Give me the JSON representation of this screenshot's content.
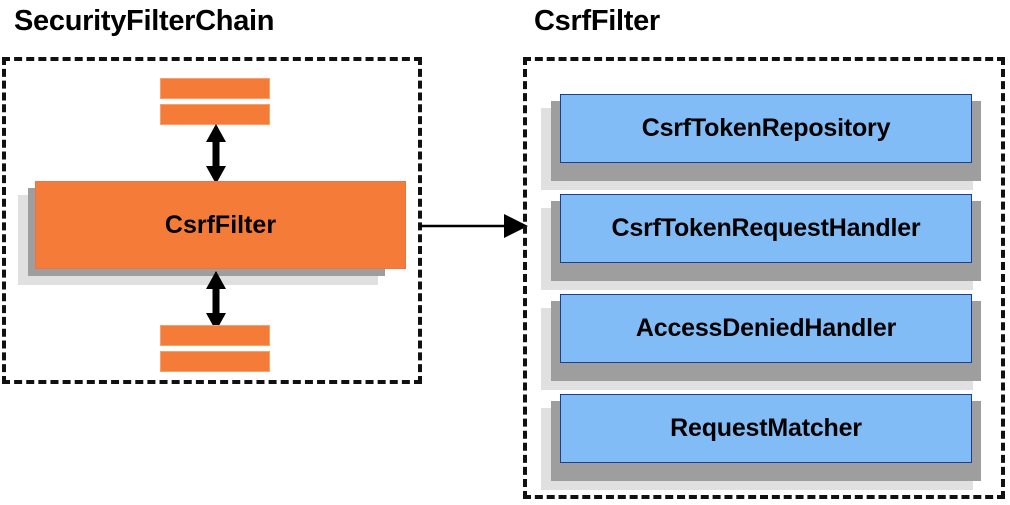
{
  "diagram": {
    "type": "component-relationship-diagram",
    "background_color": "#ffffff",
    "palette": {
      "orange_fill": "#f57c38",
      "orange_border": "#f9a06a",
      "blue_fill": "#82bcf7",
      "blue_border": "#1b3f94",
      "shadow_dark": "#9e9e9e",
      "shadow_light": "#e0e0e0",
      "outline": "#111111",
      "text": "#000000"
    }
  },
  "left_panel": {
    "title": "SecurityFilterChain",
    "container_style": "dashed",
    "filters_above": [
      {
        "label": ""
      },
      {
        "label": ""
      }
    ],
    "focus_filter": {
      "label": "CsrfFilter"
    },
    "filters_below": [
      {
        "label": ""
      },
      {
        "label": ""
      }
    ],
    "arrows": [
      {
        "name": "arrow-above-csrffilter",
        "direction": "bidirectional-vertical"
      },
      {
        "name": "arrow-below-csrffilter",
        "direction": "bidirectional-vertical"
      }
    ]
  },
  "connector": {
    "name": "arrow-chain-to-csrffilter",
    "direction": "left-to-right",
    "label": ""
  },
  "right_panel": {
    "title": "CsrfFilter",
    "container_style": "dashed",
    "collaborators": [
      {
        "label": "CsrfTokenRepository"
      },
      {
        "label": "CsrfTokenRequestHandler"
      },
      {
        "label": "AccessDeniedHandler"
      },
      {
        "label": "RequestMatcher"
      }
    ]
  }
}
